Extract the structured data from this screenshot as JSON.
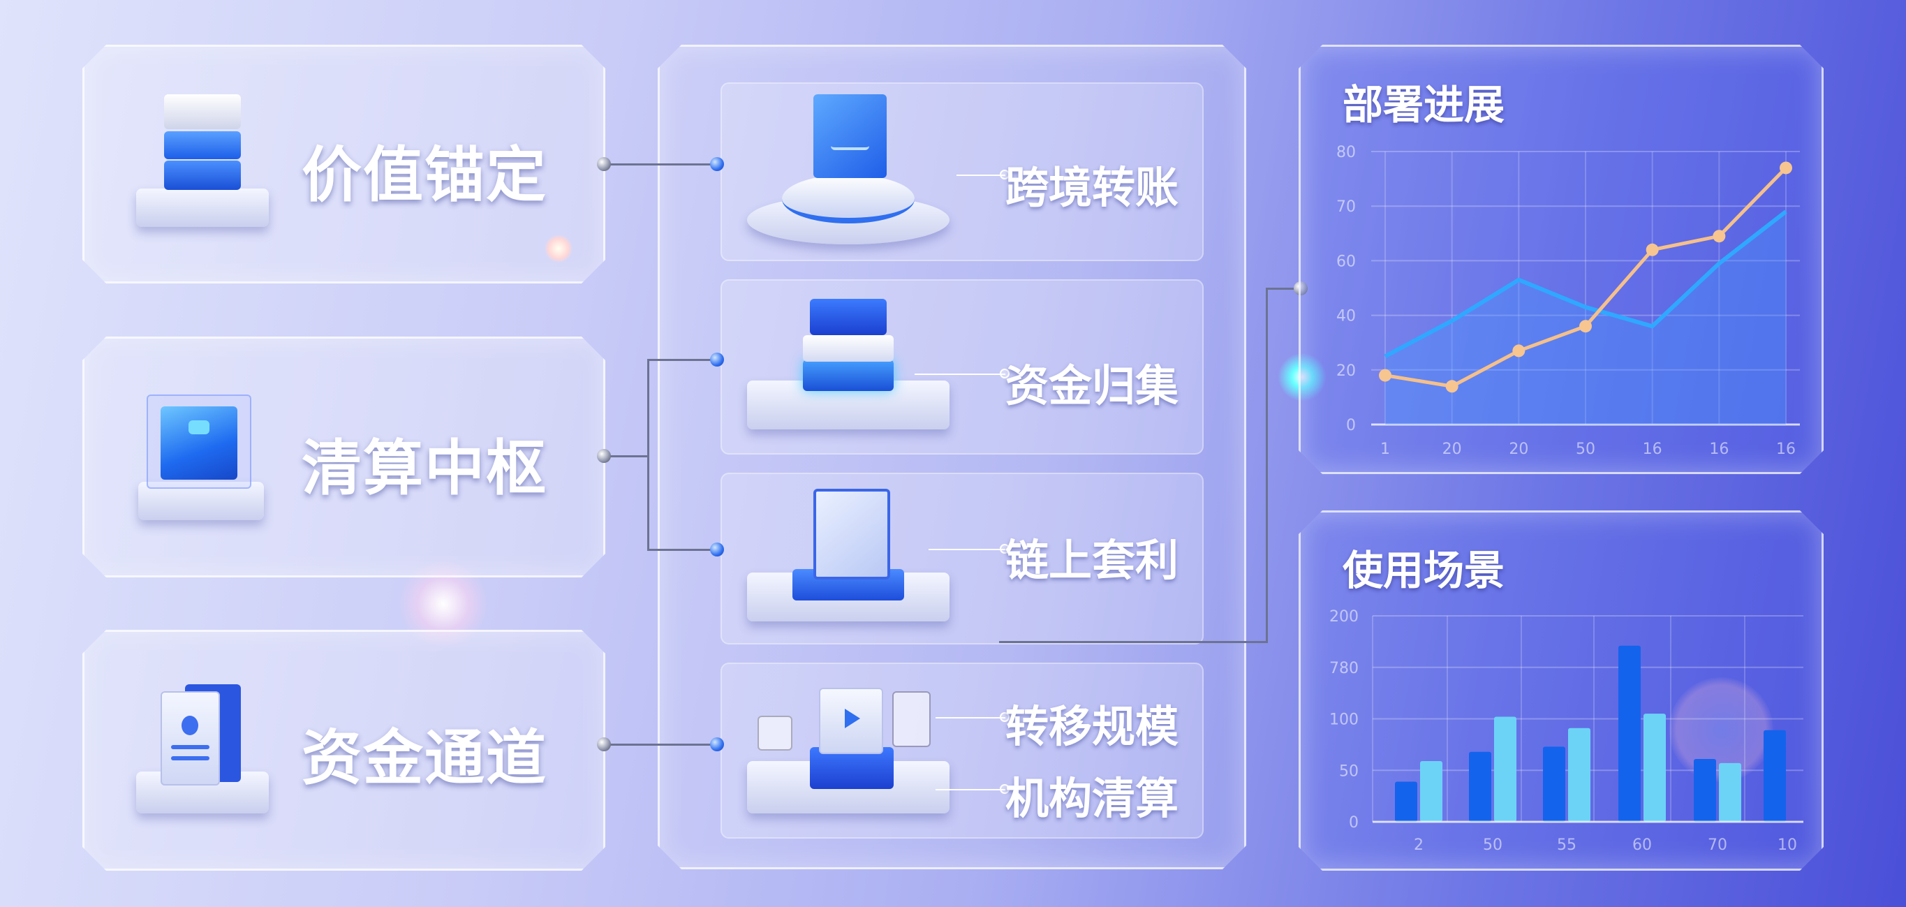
{
  "left_panels": [
    {
      "label": "价值锚定",
      "icon": "server-stack-icon"
    },
    {
      "label": "清算中枢",
      "icon": "cube-hub-icon"
    },
    {
      "label": "资金通道",
      "icon": "document-cards-icon"
    }
  ],
  "features": [
    {
      "labels": [
        "跨境转账"
      ],
      "icon": "monitor-chart-icon"
    },
    {
      "labels": [
        "资金归集"
      ],
      "icon": "layered-stack-icon"
    },
    {
      "labels": [
        "链上套利"
      ],
      "icon": "document-screen-icon"
    },
    {
      "labels": [
        "转移规模",
        "机构清算"
      ],
      "icon": "video-terminal-icon"
    }
  ],
  "colors": {
    "accent": "#2f6ff0",
    "cyan": "#4cc8f5",
    "orange": "#f5b878"
  },
  "chart_data": [
    {
      "type": "line",
      "title": "部署进展",
      "x_tick_labels": [
        "1",
        "20",
        "20",
        "50",
        "16",
        "16",
        "16"
      ],
      "y_tick_labels": [
        "0",
        "20",
        "40",
        "60",
        "70",
        "80"
      ],
      "y_tick_values": [
        0,
        20,
        40,
        60,
        70,
        80
      ],
      "ylim": [
        0,
        80
      ],
      "grid": true,
      "series": [
        {
          "name": "blue",
          "color": "#2a6cf0",
          "values": [
            25,
            38,
            53,
            43,
            36,
            59,
            69
          ],
          "area": true
        },
        {
          "name": "orange",
          "color": "#f5c08a",
          "values": [
            18,
            14,
            27,
            36,
            62,
            64.5,
            77
          ],
          "markers": true
        }
      ]
    },
    {
      "type": "bar",
      "title": "使用场景",
      "categories": [
        "2",
        "50",
        "55",
        "60",
        "70",
        "10"
      ],
      "y_tick_labels": [
        "0",
        "50",
        "100",
        "780",
        "200"
      ],
      "y_tick_values": [
        0,
        50,
        100,
        150,
        200
      ],
      "ylim": [
        0,
        200
      ],
      "grid": true,
      "series": [
        {
          "name": "dark",
          "color": "#1463ec",
          "values": [
            39,
            68,
            73,
            171,
            61,
            89
          ]
        },
        {
          "name": "light",
          "color": "#6cd3f7",
          "values": [
            59,
            102,
            91,
            105,
            57,
            null
          ]
        }
      ]
    }
  ]
}
